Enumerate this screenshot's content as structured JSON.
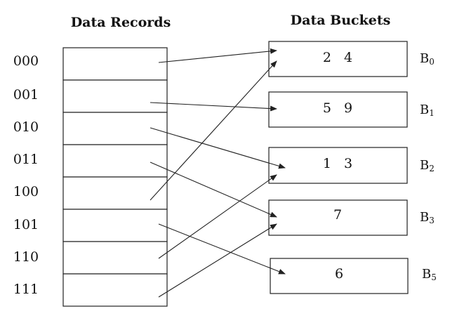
{
  "titles": {
    "records": "Data Records",
    "buckets": "Data Buckets"
  },
  "records": [
    {
      "code": "000",
      "bucket": 0
    },
    {
      "code": "001",
      "bucket": 1
    },
    {
      "code": "010",
      "bucket": 2
    },
    {
      "code": "011",
      "bucket": 3
    },
    {
      "code": "100",
      "bucket": 0
    },
    {
      "code": "101",
      "bucket": 4
    },
    {
      "code": "110",
      "bucket": 2
    },
    {
      "code": "111",
      "bucket": 3
    }
  ],
  "buckets": [
    {
      "values": "2   4",
      "label": "B",
      "sub": "0"
    },
    {
      "values": "5   9",
      "label": "B",
      "sub": "1"
    },
    {
      "values": "1   3",
      "label": "B",
      "sub": "2"
    },
    {
      "values": "7",
      "label": "B",
      "sub": "3"
    },
    {
      "values": "6",
      "label": "B",
      "sub": "5"
    }
  ]
}
